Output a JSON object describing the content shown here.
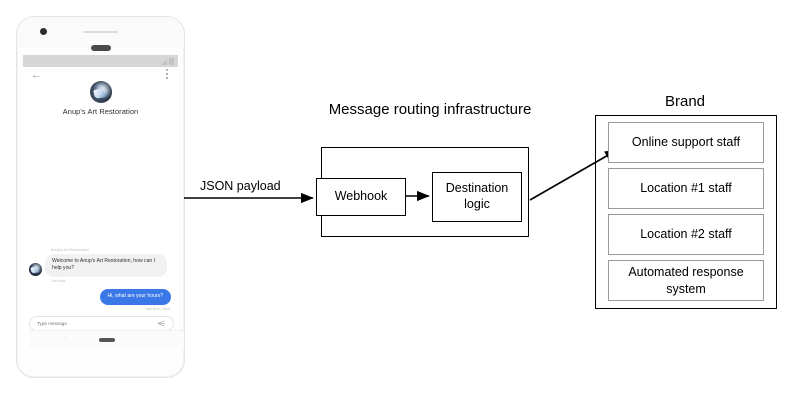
{
  "phone": {
    "status_bar": {
      "signal_icon": "signal-icon",
      "battery_icon": "battery-icon"
    },
    "appbar": {
      "back_icon": "back-arrow-icon",
      "overflow_icon": "overflow-menu-icon",
      "avatar_icon": "brand-avatar"
    },
    "brand_title": "Anup's Art Restoration",
    "conversation": {
      "sender_label": "Anup's Art Restoration",
      "incoming_message": "Welcome to Anup's Art Restoration, how can I help you?",
      "incoming_time": "Just Now",
      "outgoing_message": "Hi, what are your hours?",
      "outgoing_time": "Just Now • Sent",
      "bubble_in_color": "#f1f1f1",
      "bubble_out_color": "#3b78e7"
    },
    "composer": {
      "placeholder": "Type message",
      "value": "",
      "send_icon": "send-icon"
    },
    "navbar": {
      "back_icon": "nav-back-icon",
      "home_icon": "nav-home-indicator"
    }
  },
  "diagram": {
    "json_payload_label": "JSON payload",
    "infrastructure": {
      "title": "Message routing infrastructure",
      "webhook": "Webhook",
      "destination_logic": "Destination logic"
    },
    "brand": {
      "title": "Brand",
      "items": [
        {
          "label": "Online support staff"
        },
        {
          "label": "Location #1 staff"
        },
        {
          "label": "Location #2 staff"
        },
        {
          "label": "Automated response system"
        }
      ]
    }
  }
}
